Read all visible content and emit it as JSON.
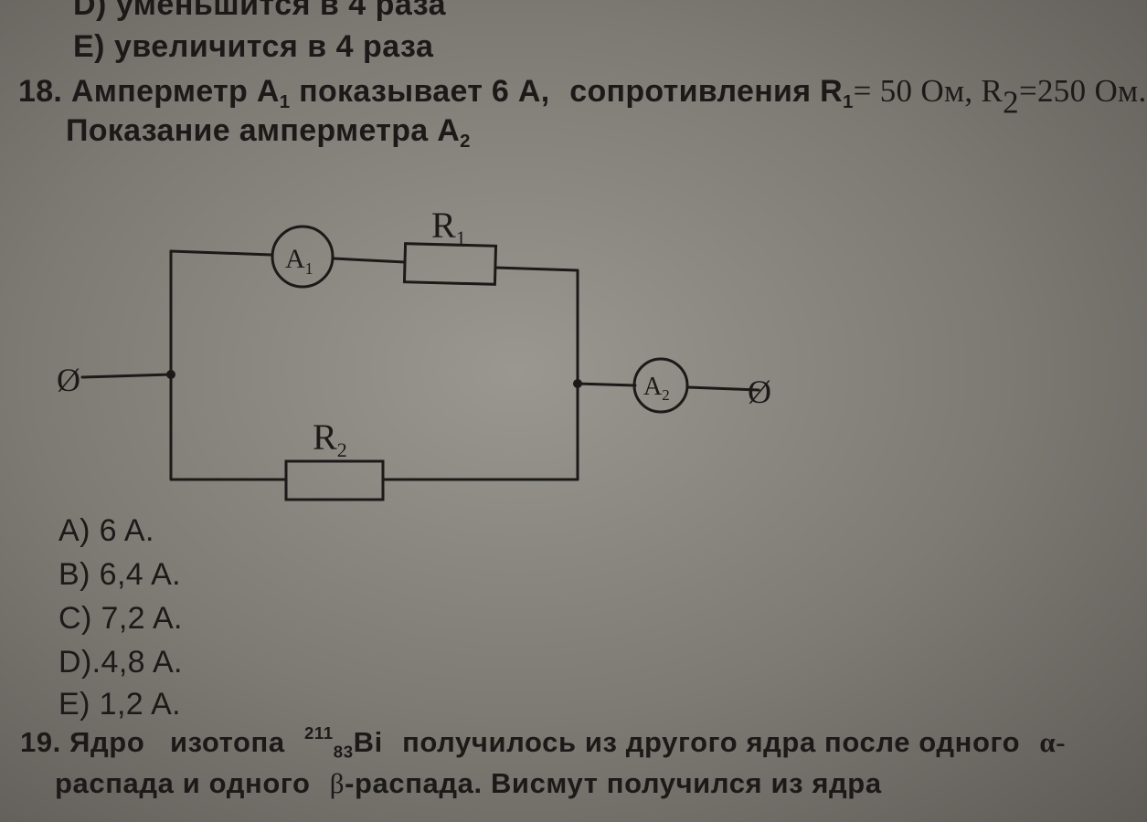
{
  "prev_question": {
    "option_d": "D) уменьшится в 4 раза",
    "option_e": "E) увеличится в 4 раза"
  },
  "question18": {
    "number": "18.",
    "text_a": "Амперметр А",
    "text_a_sub": "1",
    "text_b": " показывает 6 А,",
    "text_c": "сопротивления R",
    "text_c_sub": "1",
    "text_d": "= 50 Ом, R",
    "text_d_sub": "2",
    "text_e": "=250 Ом.",
    "line2": "Показание амперметра А",
    "line2_sub": "2",
    "circuit": {
      "r1_label": "R",
      "r1_sub": "1",
      "r2_label": "R",
      "r2_sub": "2",
      "a1_label": "A",
      "a1_sub": "1",
      "a2_label": "A",
      "a2_sub": "2",
      "terminal_left": "Ø",
      "terminal_right": "Ø"
    },
    "answers": [
      "A) 6 A.",
      "B) 6,4 A.",
      "C) 7,2 A.",
      "D).4,8 A.",
      "E) 1,2 A."
    ]
  },
  "question19": {
    "number": "19.",
    "text_a": "Ядро   изотопа",
    "iso_mass": "211",
    "iso_charge": "83",
    "iso_symbol": "Bi",
    "text_b": "получилось из другого ядра после одного",
    "alpha": "α-",
    "line2_a": "распада и одного",
    "beta": "β",
    "line2_b": "-распада. Висмут получился из ядра"
  }
}
